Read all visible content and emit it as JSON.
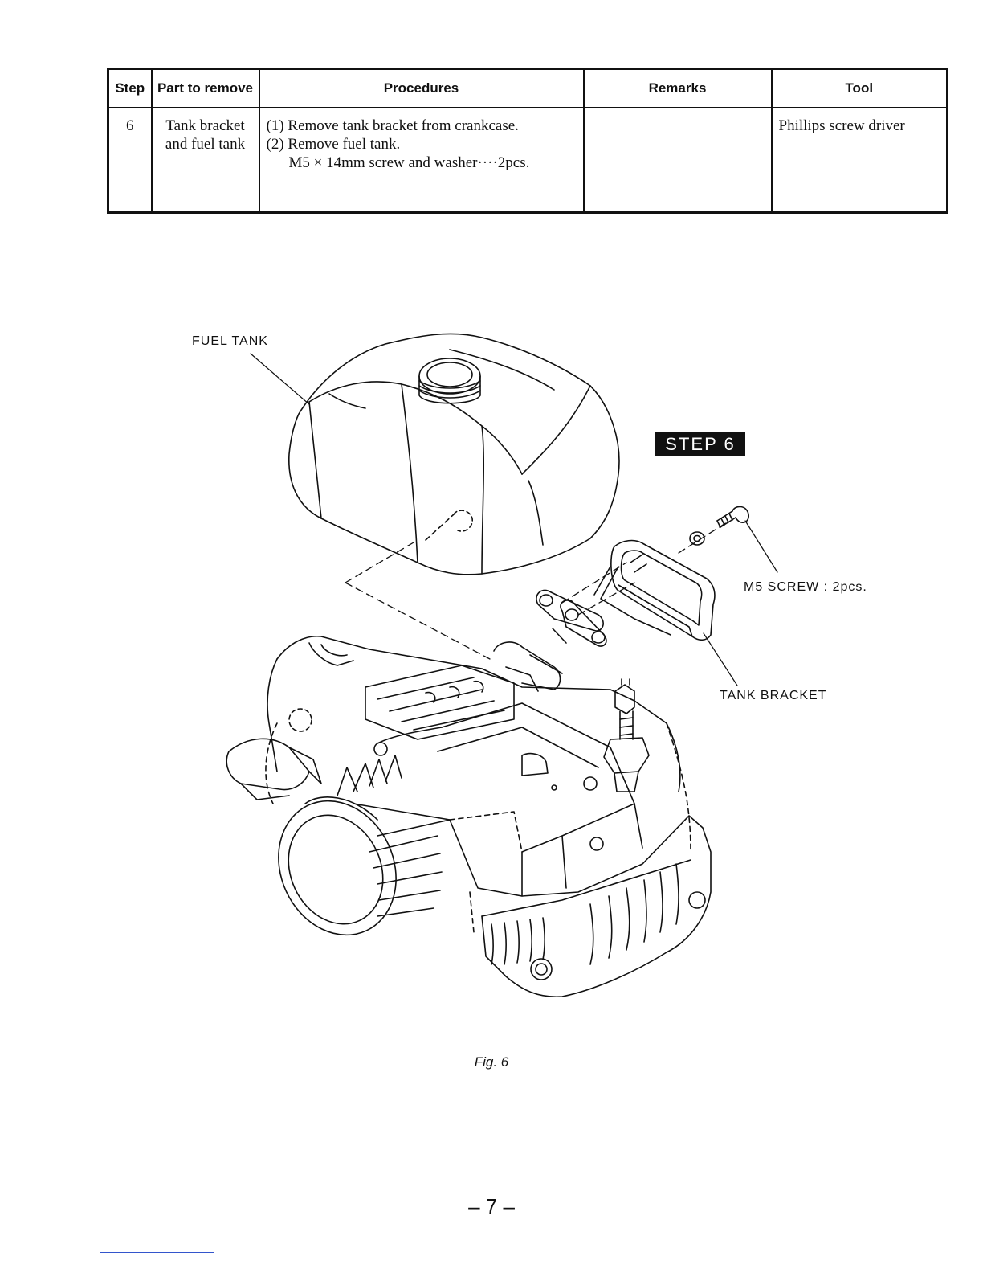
{
  "table": {
    "headers": {
      "step": "Step",
      "part": "Part to remove",
      "procedures": "Procedures",
      "remarks": "Remarks",
      "tool": "Tool"
    },
    "row": {
      "step": "6",
      "part_line1": "Tank bracket",
      "part_line2": "and fuel tank",
      "procedures": [
        "(1) Remove tank bracket from crankcase.",
        "(2) Remove fuel tank.",
        "M5 × 14mm screw and washer····2pcs."
      ],
      "remarks": "",
      "tool": "Phillips screw driver"
    }
  },
  "figure": {
    "badge": "STEP 6",
    "labels": {
      "fuel_tank": "FUEL TANK",
      "m5_screw": "M5 SCREW : 2pcs.",
      "tank_bracket": "TANK BRACKET"
    },
    "caption": "Fig. 6"
  },
  "page": {
    "number": "– 7 –"
  }
}
